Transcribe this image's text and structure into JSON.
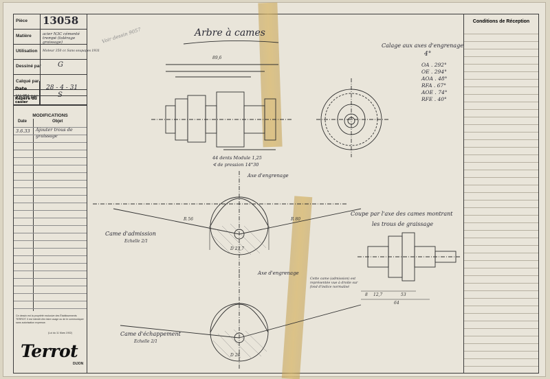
{
  "title_block": {
    "rows": [
      {
        "label": "Pièce",
        "value": "13058"
      },
      {
        "label": "Matière",
        "value": "acier N3C cémenté trempé (tolérage graissage)"
      },
      {
        "label": "Utilisation",
        "value": "Moteur 350 cc Sans soupapes 1931"
      },
      {
        "label": "Dessiné par",
        "value": "G"
      },
      {
        "label": "Calqué par",
        "value": ""
      },
      {
        "label": "Vérifié par",
        "value": "S"
      },
      {
        "label": "Date",
        "value": "28 - 4 - 31"
      },
      {
        "label": "Repère du casier",
        "value": ""
      }
    ],
    "modifications_title": "MODIFICATIONS",
    "date_header": "Date",
    "objet_header": "Objet",
    "modification_entries": [
      {
        "date": "3.6.33",
        "objet": "Ajouter trous de graissage"
      }
    ],
    "notice": "Ce dessin est la propriété exclusive des Établissements TERROT. Il est interdit d'en faire usage ou de le communiquer sans autorisation expresse.",
    "law_note": "(Loi du 11 Mars 1902)",
    "logo_text": "Terrot",
    "logo_city": "DIJON"
  },
  "conditions": {
    "title": "Conditions de Réception"
  },
  "drawing": {
    "title": "Arbre à cames",
    "corner_note": "Voir dessin 9057",
    "calage_title": "Calage aux axes d'engrenage",
    "calage_angle": "4°",
    "calage_values": [
      "OA . 292°",
      "OE . 294°",
      "AOA . 48°",
      "RFA . 67°",
      "AOE . 74°",
      "RFE . 40°"
    ],
    "admission_label": "Came d'admission",
    "admission_scale": "Echelle 2/1",
    "echappement_label": "Came d'échappement",
    "echappement_scale": "Echelle 2/1",
    "axe_label_1": "Axe d'engrenage",
    "axe_label_2": "Axe d'engrenage",
    "coupe_title_1": "Coupe par l'axe des cames montrant",
    "coupe_title_2": "les trous de graissage",
    "teeth_note_1": "44 dents Module 1,25",
    "teeth_note_2": "∢ de pression 14°30",
    "cam_note": "Cette came (admission) est représentée vue à droite sur fond d'indice normalisé",
    "dims": {
      "length_total": "89,6",
      "d_adm": "D 27,7",
      "d_ech": "D 28",
      "r_adm": "R 80",
      "r_adm2": "R 56",
      "coupe_64": "64",
      "coupe_53": "53",
      "coupe_12": "12,7",
      "coupe_8": "8"
    }
  }
}
